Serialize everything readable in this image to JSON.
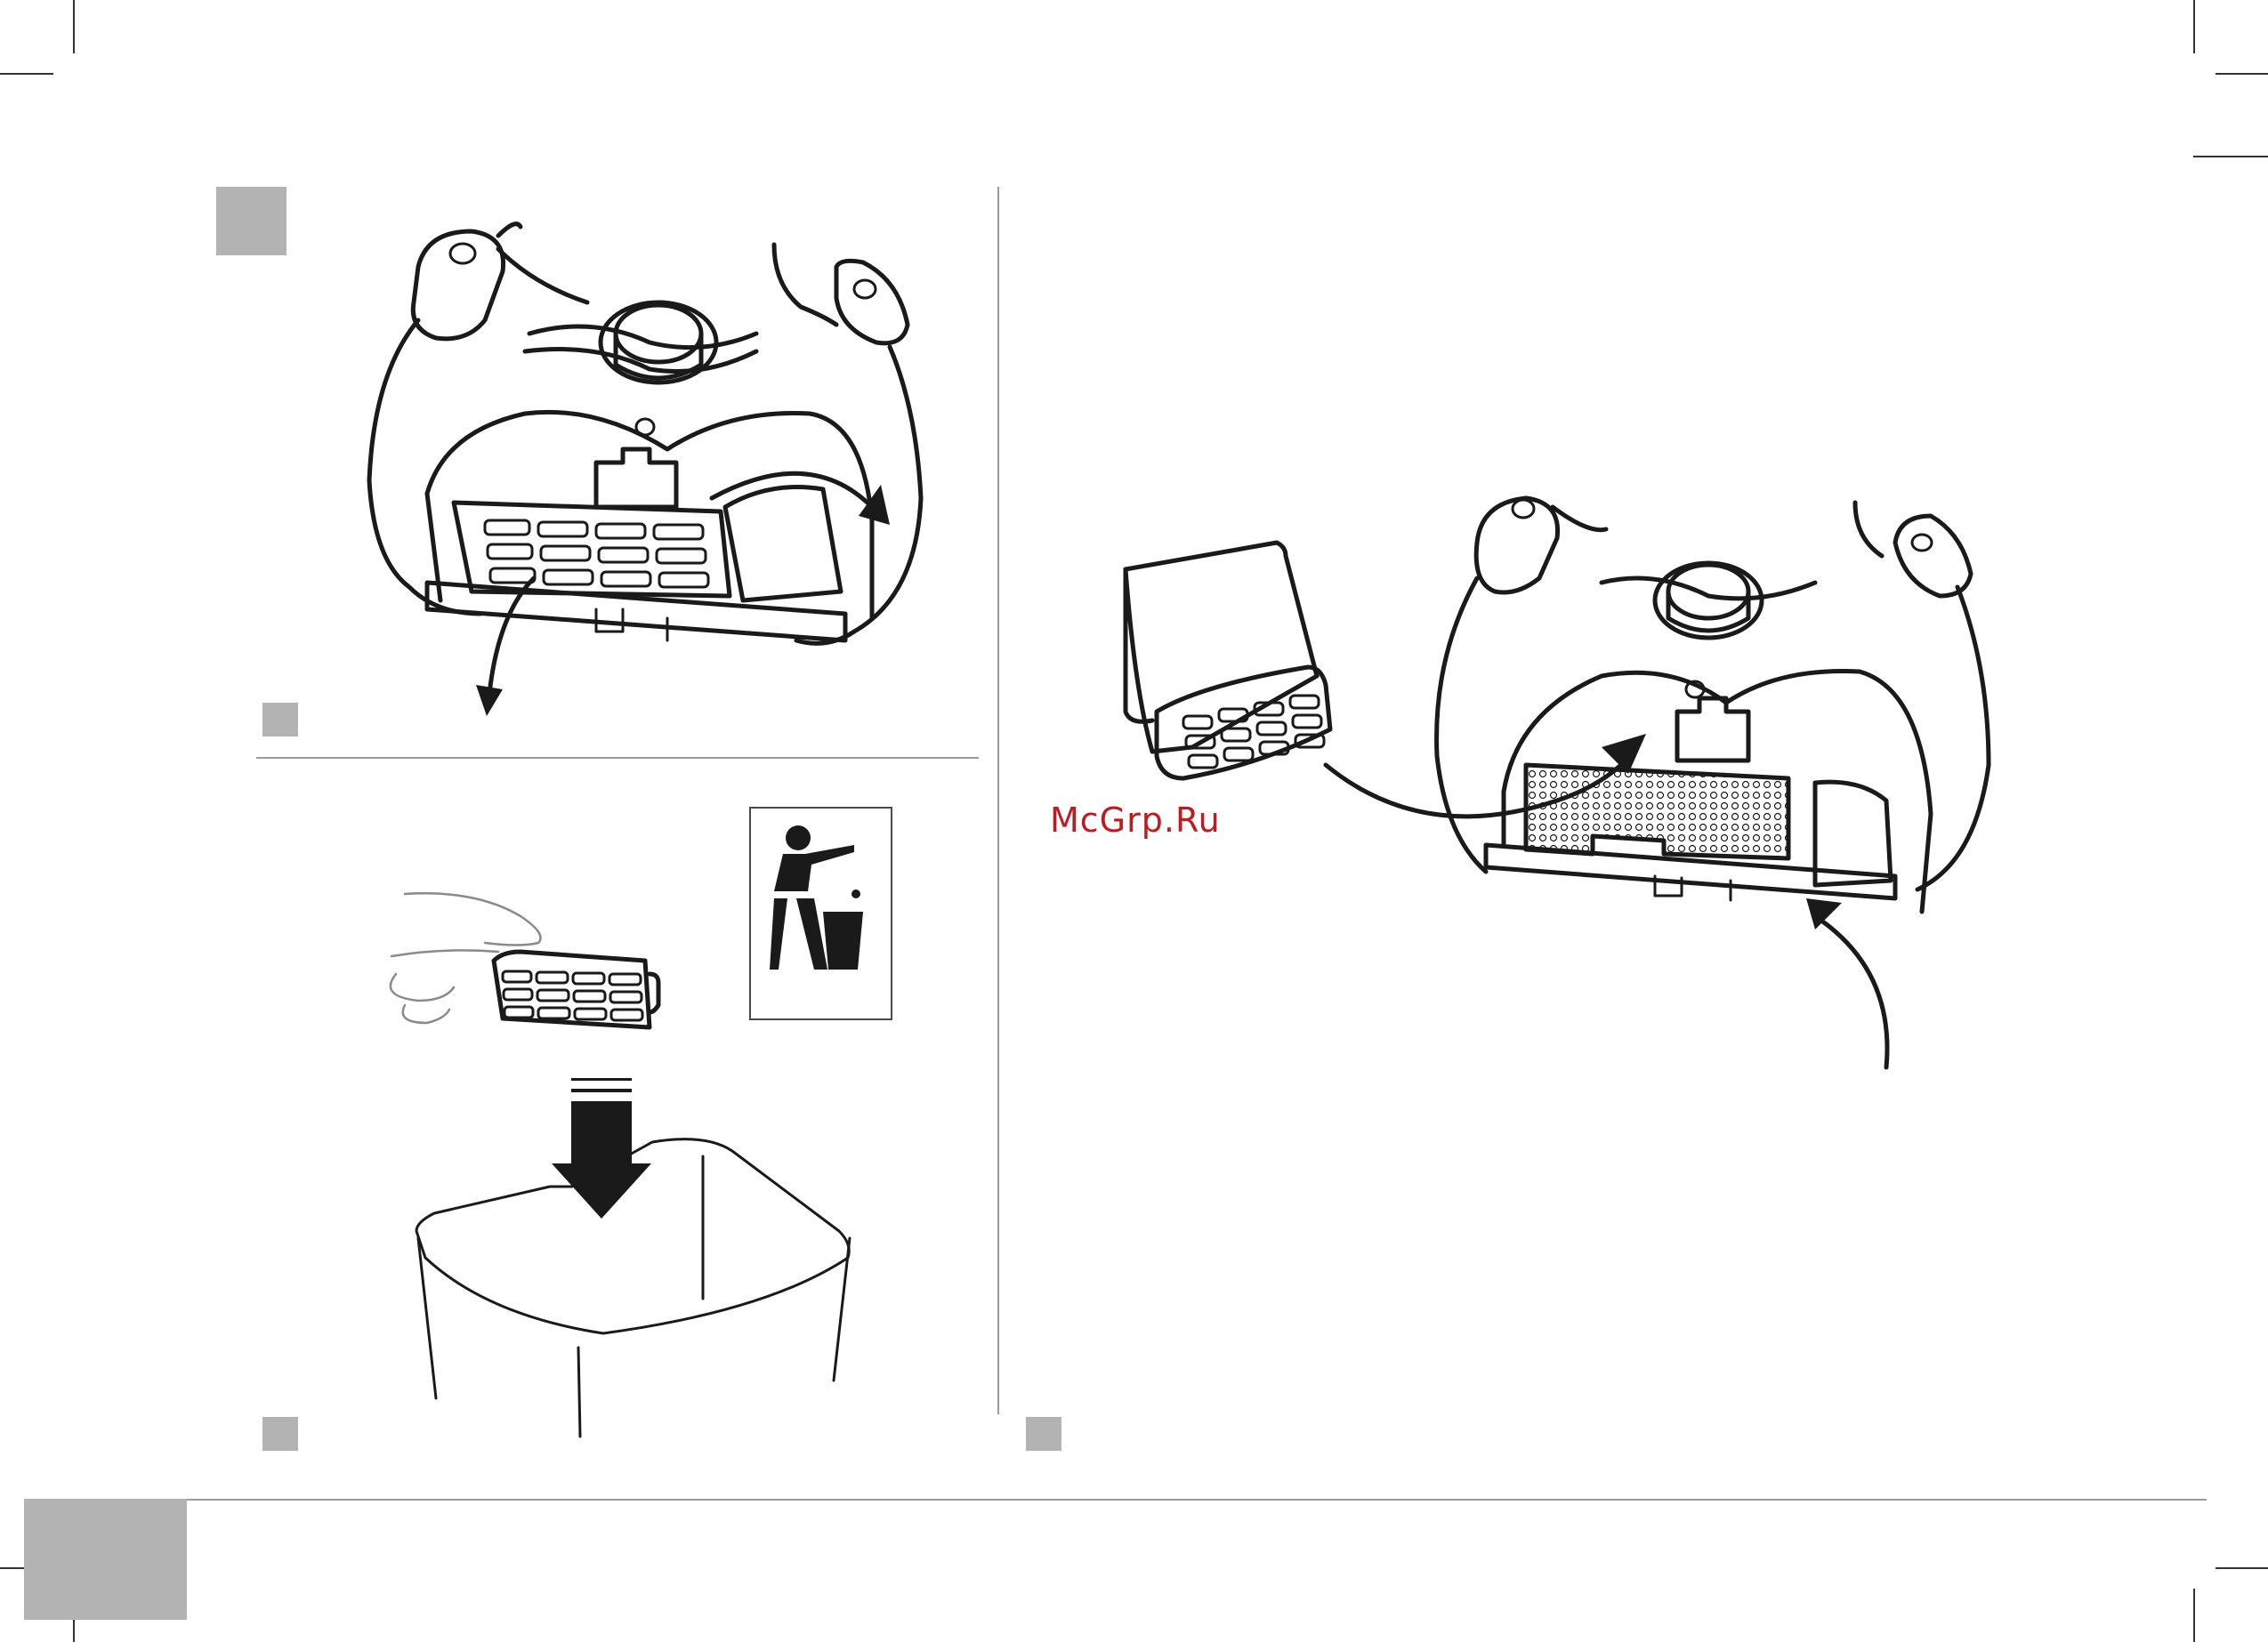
{
  "watermark": {
    "text": "McGrp.Ru",
    "color": "#c0191f"
  },
  "step_markers": [
    "square-marker",
    "square-marker",
    "square-marker",
    "square-marker"
  ],
  "icons": {
    "dustbin_pictogram": "disposal-pictogram-icon",
    "down_arrow": "down-arrow-icon"
  },
  "colors": {
    "marker_gray": "#b3b3b3",
    "line": "#1a1a1a"
  }
}
